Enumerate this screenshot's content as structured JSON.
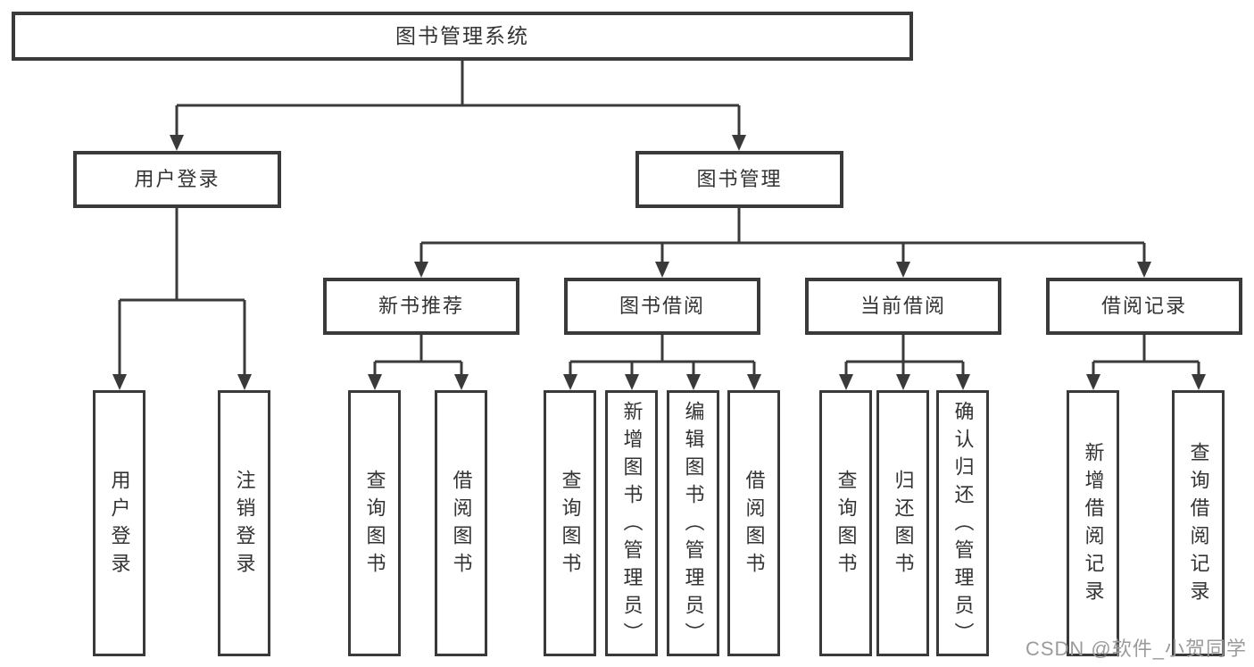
{
  "diagram": {
    "title": "图书管理系统",
    "tree": {
      "label": "图书管理系统",
      "children": [
        {
          "label": "用户登录",
          "children": [
            {
              "label": "用户登录"
            },
            {
              "label": "注销登录"
            }
          ]
        },
        {
          "label": "图书管理",
          "children": [
            {
              "label": "新书推荐",
              "children": [
                {
                  "label": "查询图书"
                },
                {
                  "label": "借阅图书"
                }
              ]
            },
            {
              "label": "图书借阅",
              "children": [
                {
                  "label": "查询图书"
                },
                {
                  "label": "新增图书（管理员）"
                },
                {
                  "label": "编辑图书（管理员）"
                },
                {
                  "label": "借阅图书"
                }
              ]
            },
            {
              "label": "当前借阅",
              "children": [
                {
                  "label": "查询图书"
                },
                {
                  "label": "归还图书"
                },
                {
                  "label": "确认归还（管理员）"
                }
              ]
            },
            {
              "label": "借阅记录",
              "children": [
                {
                  "label": "新增借阅记录"
                },
                {
                  "label": "查询借阅记录"
                }
              ]
            }
          ]
        }
      ]
    },
    "colors": {
      "line": "#3a3a3a",
      "text": "#333333",
      "watermark": "#9b9b9b"
    },
    "watermark": {
      "text": "CSDN @软件_小贺同学"
    }
  }
}
